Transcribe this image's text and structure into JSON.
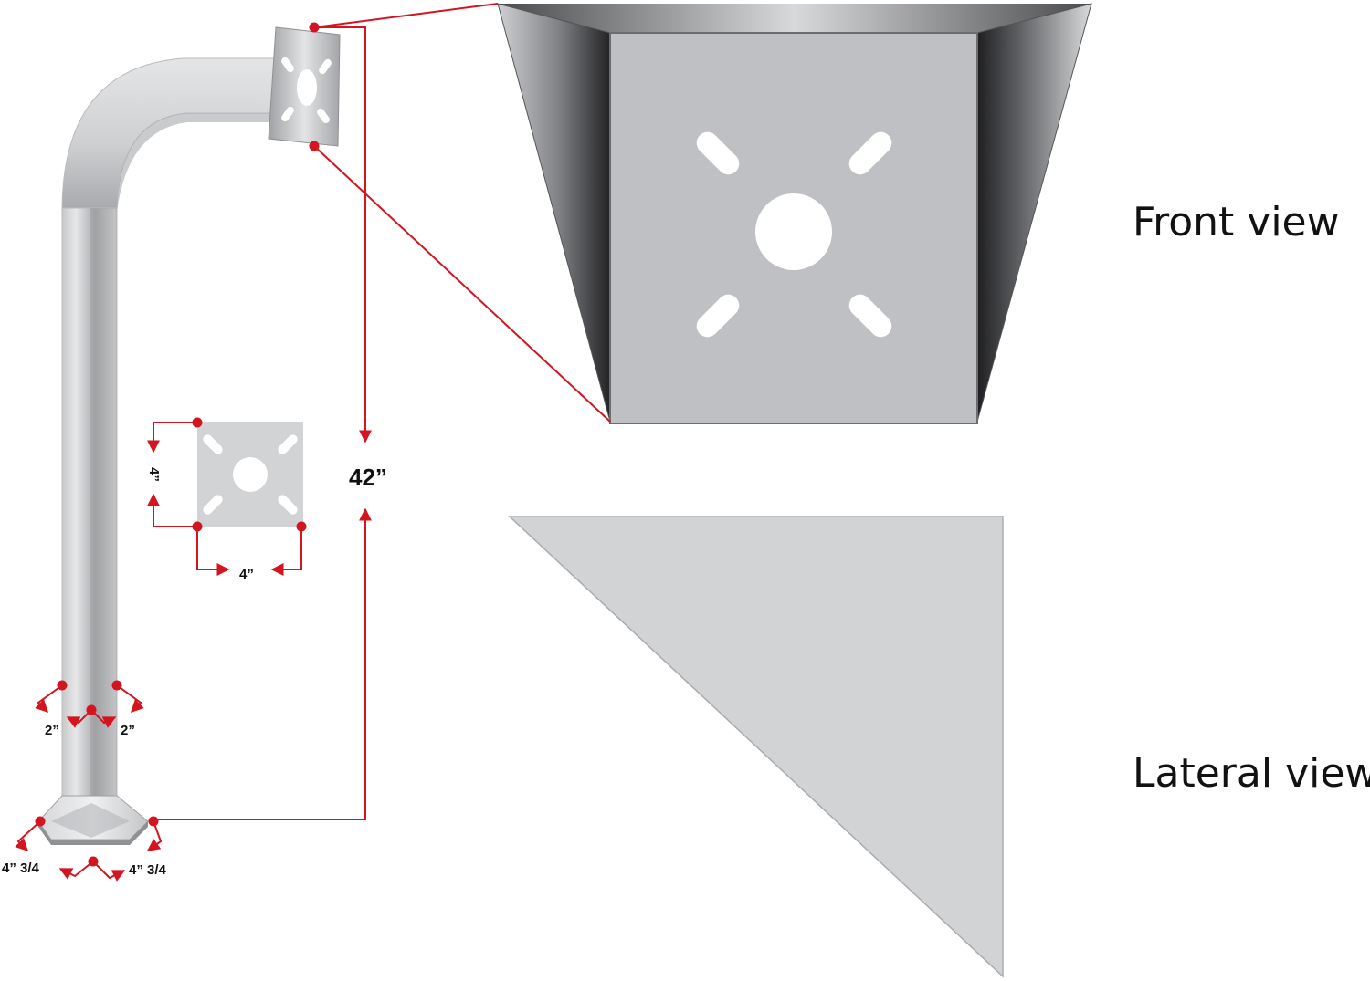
{
  "labels": {
    "front_view": "Front view",
    "lateral_view": "Lateral view"
  },
  "dimensions": {
    "height": "42”",
    "plate_height": "4”",
    "plate_width": "4”",
    "pipe_left": "2”",
    "pipe_right": "2”",
    "base_left": "4” 3/4",
    "base_right": "4” 3/4"
  },
  "colors": {
    "annotation": "#d4141f",
    "metal_light": "#d2d3d5",
    "metal_mid": "#b9bbbe",
    "metal_dark": "#2a2a2c",
    "text": "#111111"
  },
  "icons": {
    "mount_bracket": "gooseneck-mount-icon"
  }
}
